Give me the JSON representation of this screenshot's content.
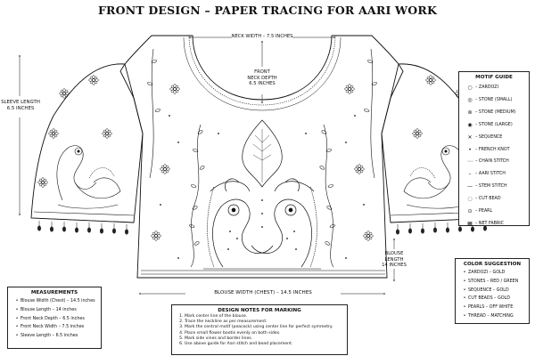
{
  "title": "FRONT DESIGN – PAPER TRACING FOR AARI WORK",
  "dims": {
    "neck_width": "NECK WIDTH – 7.5 INCHES",
    "front_neck_depth": [
      "FRONT",
      "NECK DEPTH",
      "6.5 INCHES"
    ],
    "sleeve_length": [
      "SLEEVE LENGTH",
      "6.5 INCHES"
    ],
    "blouse_length": [
      "BLOUSE",
      "LENGTH",
      "14 INCHES"
    ],
    "blouse_width": "BLOUSE WIDTH (CHEST) – 14.5 INCHES"
  },
  "motif_guide": {
    "title": "MOTIF GUIDE",
    "items": [
      {
        "icon": "zardozi-icon",
        "symbol": "○",
        "label": "– ZARDOZI"
      },
      {
        "icon": "stone-small-icon",
        "symbol": "◎",
        "label": "– STONE (SMALL)"
      },
      {
        "icon": "stone-medium-icon",
        "symbol": "⊚",
        "label": "– STONE (MEDIUM)"
      },
      {
        "icon": "stone-large-icon",
        "symbol": "◉",
        "label": "– STONE (LARGE)"
      },
      {
        "icon": "sequence-icon",
        "symbol": "✕",
        "label": "– SEQUENCE"
      },
      {
        "icon": "french-knot-icon",
        "symbol": "•",
        "label": "– FRENCH KNOT"
      },
      {
        "icon": "chain-stitch-icon",
        "symbol": "⋯",
        "label": "– CHAIN STITCH"
      },
      {
        "icon": "aari-stitch-icon",
        "symbol": "–",
        "label": "– AARI STITCH"
      },
      {
        "icon": "stem-stitch-icon",
        "symbol": "—",
        "label": "– STEM STITCH"
      },
      {
        "icon": "cut-bead-icon",
        "symbol": "◌",
        "label": "– CUT BEAD"
      },
      {
        "icon": "pearl-icon",
        "symbol": "⊙",
        "label": "– PEARL"
      },
      {
        "icon": "net-fabric-icon",
        "symbol": "▦",
        "label": "– NET FABRIC"
      }
    ]
  },
  "color_suggestion": {
    "title": "COLOR SUGGESTION",
    "items": [
      "ZARDOZI – GOLD",
      "STONES – RED / GREEN",
      "SEQUENCE – GOLD",
      "CUT BEADS – GOLD",
      "PEARLS – OFF WHITE",
      "THREAD – MATCHING"
    ]
  },
  "measurements": {
    "title": "MEASUREMENTS",
    "items": [
      "Blouse Width (Chest) – 14.5 inches",
      "Blouse Length – 14 inches",
      "Front Neck Depth – 6.5 inches",
      "Front Neck Width – 7.5 inches",
      "Sleeve Length – 6.5 inches"
    ]
  },
  "design_notes": {
    "title": "DESIGN NOTES FOR MARKING",
    "items": [
      "Mark center line of the blouse.",
      "Trace the neckline as per measurement.",
      "Mark the central motif (peacock) using center line for perfect symmetry.",
      "Place small flower bootis evenly on both sides.",
      "Mark side vines and border lines.",
      "Use above guide for Aari stitch and bead placement."
    ]
  }
}
